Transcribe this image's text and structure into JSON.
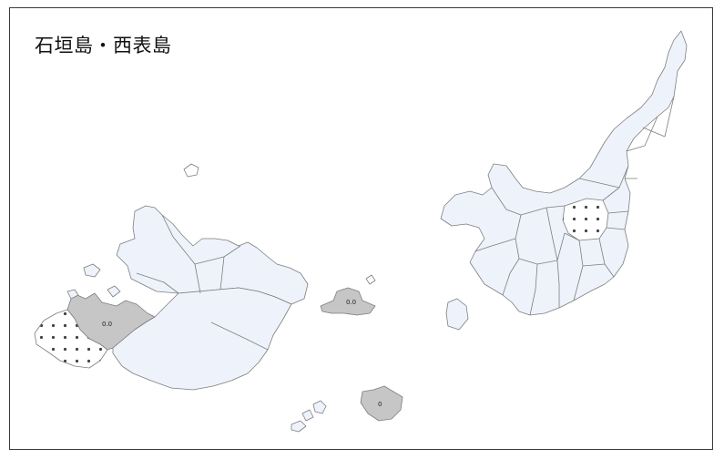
{
  "map": {
    "title": "石垣島・西表島",
    "colors": {
      "region_fill": "#eef3fb",
      "gray_fill": "#c6c6c6",
      "boundary": "#7d7d7d",
      "dot": "#444444"
    },
    "region_labels": {
      "iriomote_west": "0.0",
      "kohama": "0.0",
      "hateruma": "0"
    }
  }
}
